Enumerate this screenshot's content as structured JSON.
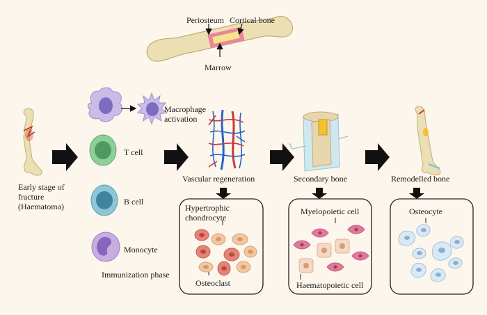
{
  "top_bone": {
    "periosteum": "Periosteum",
    "cortical_bone": "Cortical bone",
    "marrow": "Marrow"
  },
  "stages": {
    "early": "Early stage of fracture (Haematoma)",
    "vascular": "Vascular regeneration",
    "secondary": "Secondary bone",
    "remodelled": "Remodelled bone"
  },
  "immune_cells": {
    "macrophage": "Macrophage activation",
    "t_cell": "T cell",
    "b_cell": "B cell",
    "monocyte": "Monocyte",
    "phase": "Immunization phase"
  },
  "boxes": {
    "vascular": {
      "top": "Hypertrophic chondrocyte",
      "bottom": "Osteoclast"
    },
    "secondary": {
      "top": "Myelopoietic cell",
      "bottom": "Haematopoietic cell"
    },
    "remodelled": {
      "top": "Osteocyte"
    }
  },
  "colors": {
    "background": "#fdf6ec",
    "bone": "#ecdfb3",
    "arrow": "#111111",
    "macrophage": "#c9bde8",
    "t_cell": "#8fcf9a",
    "b_cell": "#8ec6d8",
    "monocyte": "#c6aee0",
    "chondrocyte": "#f2c7a4",
    "osteoclast": "#e58377",
    "myelopoietic": "#e07a9a",
    "osteocyte": "#d9e9f6"
  }
}
